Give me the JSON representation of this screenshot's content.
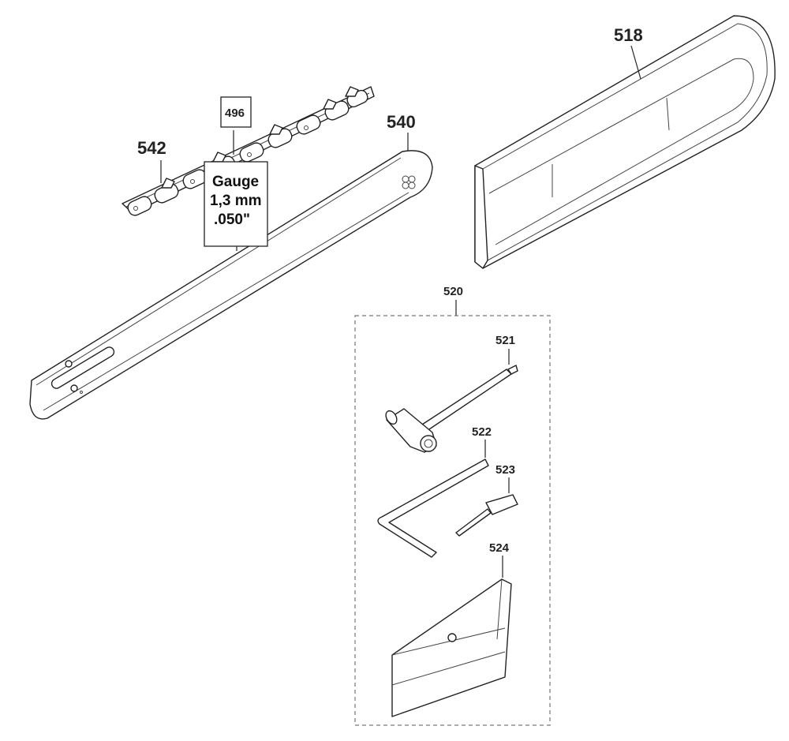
{
  "labels": {
    "p518": "518",
    "p540": "540",
    "p542": "542",
    "p496": "496",
    "p520": "520",
    "p521": "521",
    "p522": "522",
    "p523": "523",
    "p524": "524"
  },
  "gauge_box": {
    "line1": "Gauge",
    "line2": "1,3 mm",
    "line3": ".050\""
  }
}
